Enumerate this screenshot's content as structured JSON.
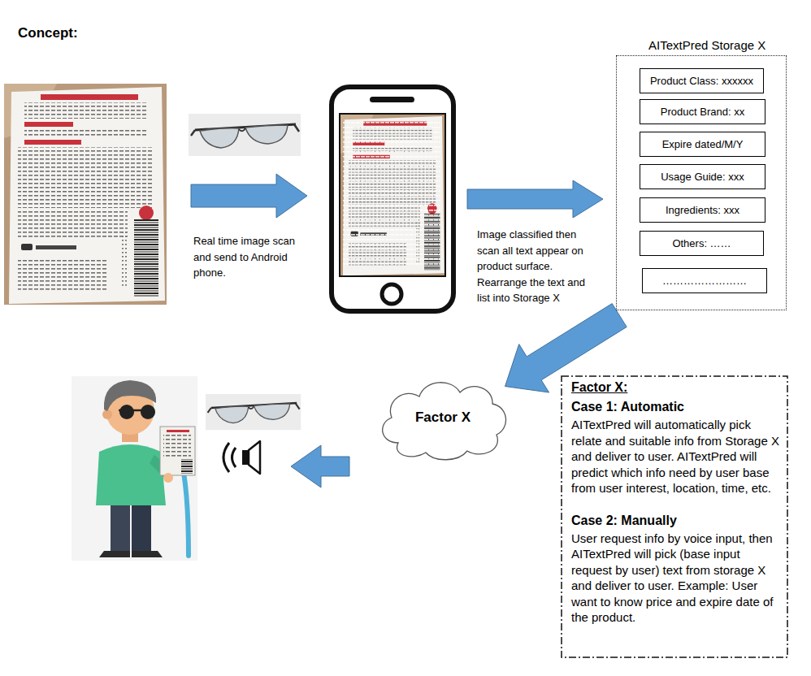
{
  "diagram": {
    "title": "Concept:",
    "nodes": [
      {
        "text": [
          "AITextPred Storage X"
        ]
      },
      {
        "text": [
          "Product Class: xxxxxx"
        ],
        "in": 0
      },
      {
        "text": [
          "Product Brand: xx"
        ],
        "in": 0
      },
      {
        "text": [
          "Expire dated/M/Y"
        ],
        "in": 0
      },
      {
        "text": [
          "Usage Guide: xxx"
        ],
        "in": 0
      },
      {
        "text": [
          "Ingredients: xxx"
        ],
        "in": 0
      },
      {
        "text": [
          "Others: ……"
        ],
        "in": 0
      },
      {
        "text": [
          "……………………"
        ],
        "in": 0
      },
      {
        "text": [
          "Factor X"
        ]
      },
      {
        "text": [
          "Factor X:",
          "Case 1: Automatic",
          "AITextPred will automatically pick relate and suitable info from Storage X and deliver to user. AITextPred will predict which info need by user base from user interest, location, time, etc.",
          "Case 2: Manually",
          "User request info by voice input, then AITextPred will pick (base input request by user) text from storage X and deliver to user. Example: User want to know price and expire date of the product."
        ]
      }
    ],
    "edges": [
      {
        "from": 0,
        "to": 8,
        "arrow": "to"
      }
    ],
    "labels": [
      "Real time image scan and send to Android phone.",
      "Image classified then scan all text appear on product surface. Rearrange the text and list into Storage X"
    ]
  }
}
